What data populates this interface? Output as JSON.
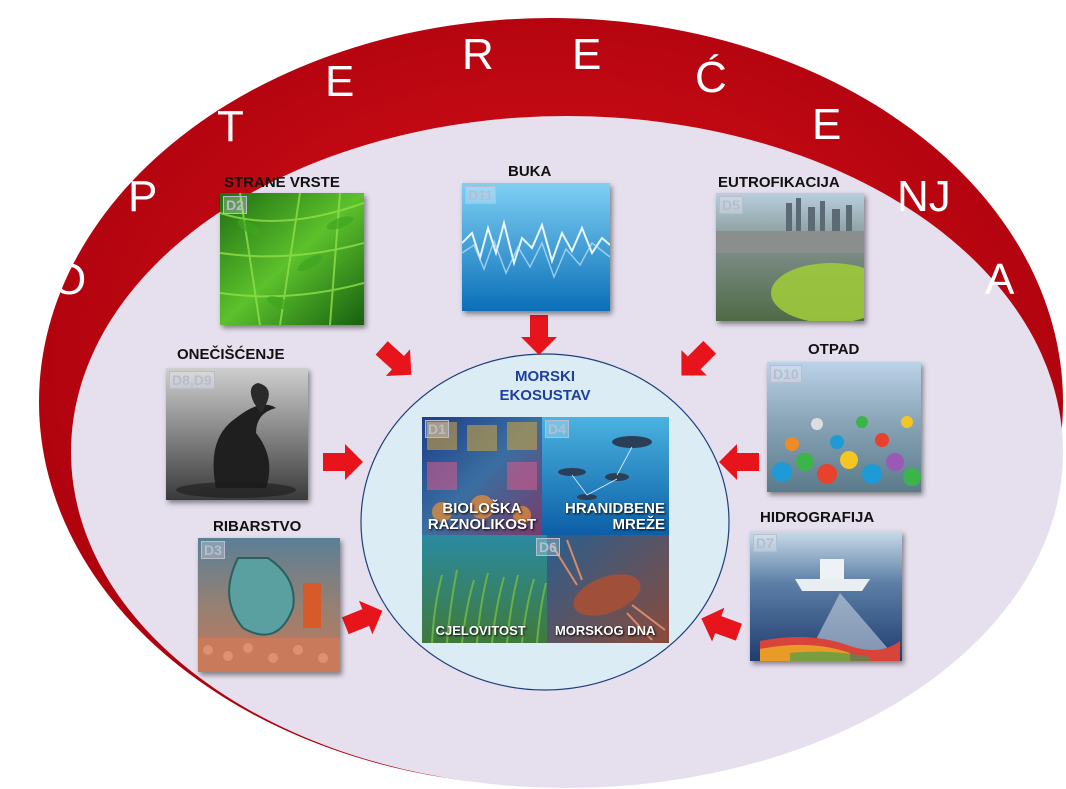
{
  "ring_letters": [
    "O",
    "P",
    "T",
    "E",
    "R",
    "E",
    "Ć",
    "E",
    "NJ",
    "A"
  ],
  "center": {
    "line1": "MORSKI",
    "line2": "EKOSUSTAV"
  },
  "pressures": [
    {
      "label": "STRANE VRSTE",
      "tag": "D2"
    },
    {
      "label": "BUKA",
      "tag": "D11"
    },
    {
      "label": "EUTROFIKACIJA",
      "tag": "D5"
    },
    {
      "label": "ONEČIŠĆENJE",
      "tag": "D8,D9"
    },
    {
      "label": "OTPAD",
      "tag": "D10"
    },
    {
      "label": "RIBARSTVO",
      "tag": "D3"
    },
    {
      "label": "HIDROGRAFIJA",
      "tag": "D7"
    }
  ],
  "quadrants": [
    {
      "tag": "D1",
      "line1": "BIOLOŠKA",
      "line2": "RAZNOLIKOST"
    },
    {
      "tag": "D4",
      "line1": "HRANIDBENE",
      "line2": "MREŽE"
    },
    {
      "tag": "D6",
      "line1": "CJELOVITOST",
      "line2": "MORSKOG DNA"
    }
  ],
  "colors": {
    "ring": "#c00010",
    "inner": "#e6e0ee",
    "center_fill": "#dcecf5",
    "arrow": "#e8141b",
    "center_text": "#1f3f9a"
  }
}
